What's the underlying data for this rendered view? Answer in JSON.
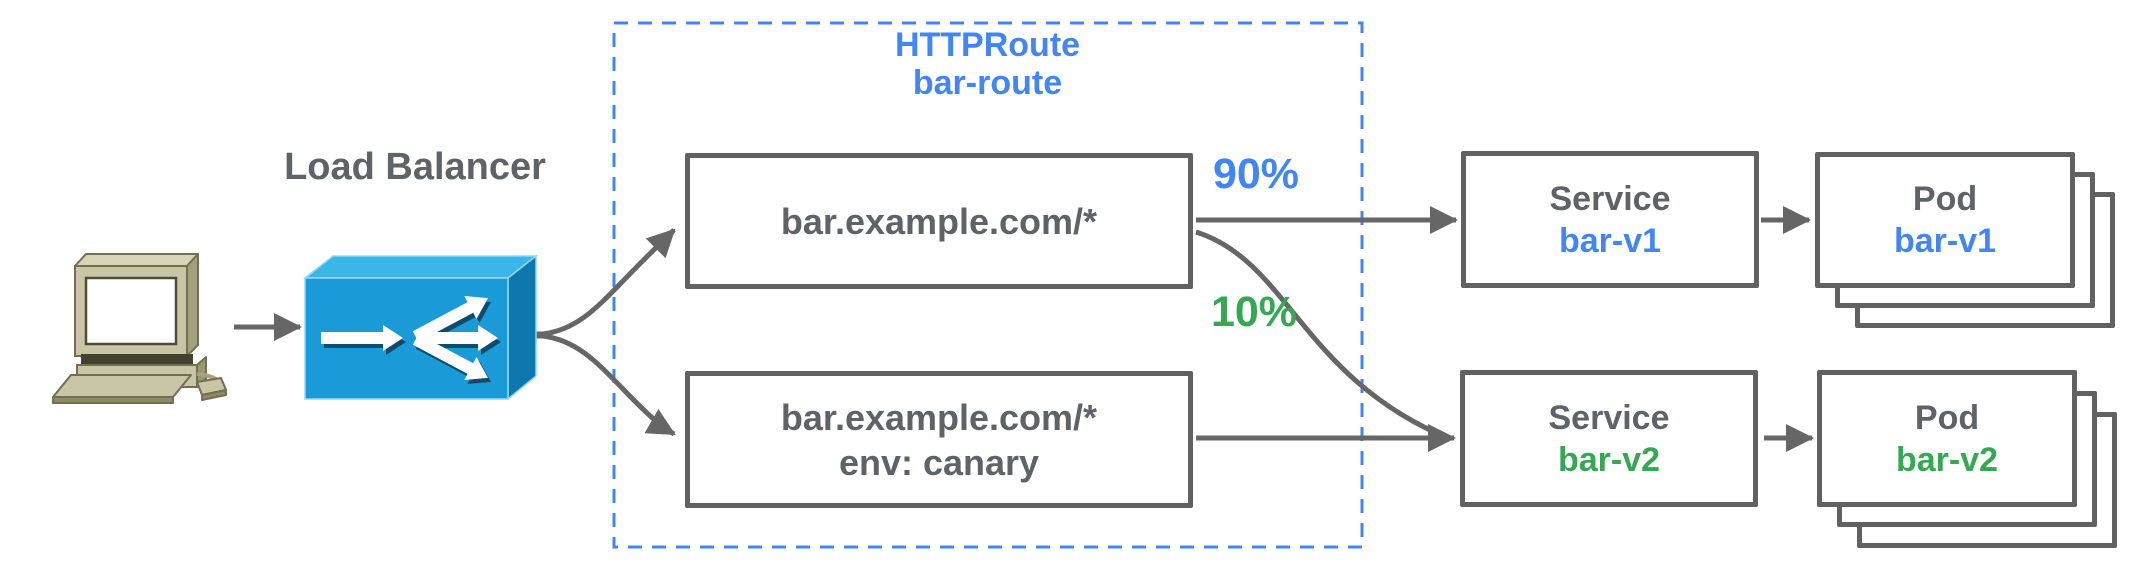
{
  "labels": {
    "load_balancer": "Load Balancer"
  },
  "httproute_group": {
    "kind": "HTTPRoute",
    "name": "bar-route"
  },
  "route_rules": [
    {
      "host": "bar.example.com/*",
      "match": ""
    },
    {
      "host": "bar.example.com/*",
      "match": "env: canary"
    }
  ],
  "traffic_weights": [
    {
      "label": "90%"
    },
    {
      "label": "10%"
    }
  ],
  "services": [
    {
      "kind": "Service",
      "name": "bar-v1"
    },
    {
      "kind": "Service",
      "name": "bar-v2"
    }
  ],
  "pods": [
    {
      "kind": "Pod",
      "name": "bar-v1",
      "stack_count": 3
    },
    {
      "kind": "Pod",
      "name": "bar-v2",
      "stack_count": 3
    }
  ],
  "icons": {
    "client": "desktop-computer-icon",
    "load_balancer": "load-balancer-icon"
  },
  "colors": {
    "gray_text": "#5f6368",
    "box_border": "#616161",
    "arrow_gray": "#666666",
    "blue": "#4285f4",
    "green": "#34a853",
    "lb_front": "#1a9bd7",
    "lb_top": "#3cb6e9",
    "lb_side": "#0e77ae"
  }
}
